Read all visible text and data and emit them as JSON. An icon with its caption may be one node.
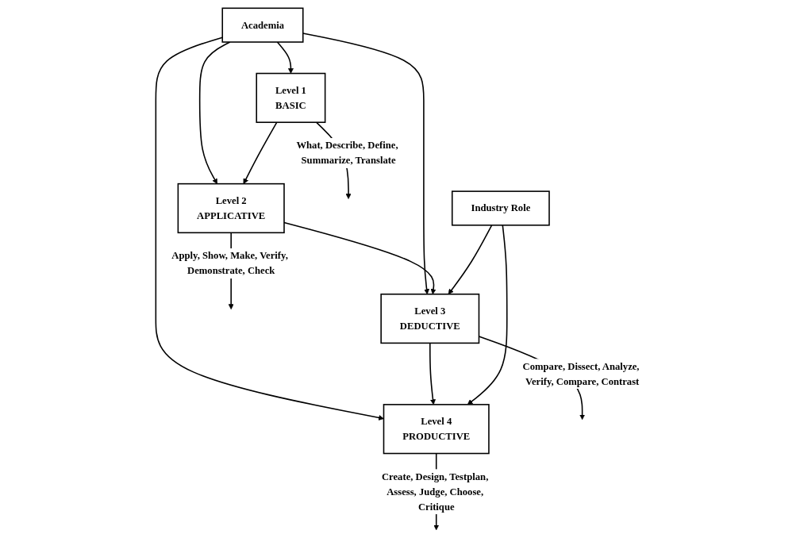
{
  "diagram": {
    "nodes": [
      {
        "text": [
          "Academia"
        ]
      },
      {
        "text": [
          "Level 1",
          "BASIC"
        ]
      },
      {
        "text": [
          "Level 2",
          "APPLICATIVE"
        ]
      },
      {
        "text": [
          "Level 3",
          "DEDUCTIVE"
        ]
      },
      {
        "text": [
          "Level 4",
          "PRODUCTIVE"
        ]
      },
      {
        "text": [
          "Industry Role"
        ]
      }
    ],
    "edges": [
      {
        "from": 0,
        "to": 1,
        "arrow": "to"
      },
      {
        "from": 0,
        "to": 2,
        "arrow": "to"
      },
      {
        "from": 0,
        "to": 3,
        "arrow": "to"
      },
      {
        "from": 0,
        "to": 4,
        "arrow": "to"
      },
      {
        "from": 1,
        "to": 2,
        "arrow": "to"
      },
      {
        "from": 2,
        "to": 3,
        "arrow": "to"
      },
      {
        "from": 3,
        "to": 4,
        "arrow": "to"
      },
      {
        "from": 5,
        "to": 3,
        "arrow": "to"
      },
      {
        "from": 5,
        "to": 4,
        "arrow": "to"
      },
      {
        "from": 1,
        "to": null,
        "arrow": "to",
        "label": "What, Describe, Define, Summarize, Translate"
      },
      {
        "from": 2,
        "to": null,
        "arrow": "to",
        "label": "Apply, Show, Make, Verify, Demonstrate, Check"
      },
      {
        "from": 3,
        "to": null,
        "arrow": "to",
        "label": "Compare, Dissect, Analyze, Verify, Compare, Contrast"
      },
      {
        "from": 4,
        "to": null,
        "arrow": "to",
        "label": "Create, Design, Testplan, Assess, Judge, Choose, Critique"
      }
    ]
  }
}
